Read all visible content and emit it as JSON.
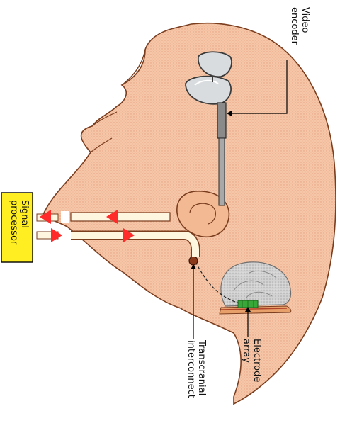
{
  "diagram": {
    "labels": {
      "video_encoder": [
        "Video",
        "encoder"
      ],
      "signal_processor": [
        "Signal",
        "processor"
      ],
      "electrode_array": [
        "Electrode",
        "array"
      ],
      "transcranial_interconnect": [
        "Transcranial",
        "interconnect"
      ]
    },
    "colors": {
      "skin": "#f5c7a8",
      "skin_outline": "#7a3d1e",
      "brain": "#cfcfcf",
      "processor_box": "#ffee22",
      "arrow": "#ff2a2a",
      "cable": "#fff6e0",
      "electrode": "#38a838"
    }
  }
}
